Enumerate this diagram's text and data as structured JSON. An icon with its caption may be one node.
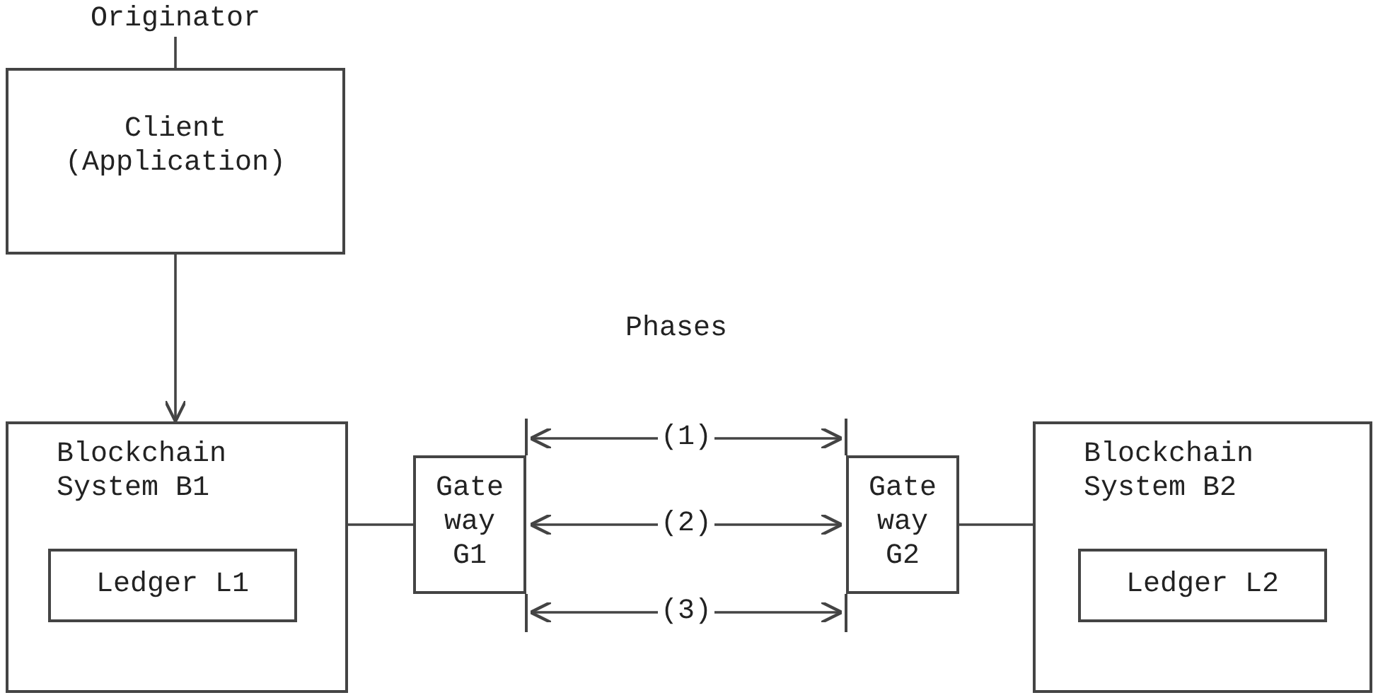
{
  "diagram": {
    "nodes": [
      {
        "text": [
          "Originator"
        ]
      },
      {
        "text": [
          "Client (Application)"
        ]
      },
      {
        "text": [
          "Blockchain System B1"
        ]
      },
      {
        "text": [
          "Ledger L1"
        ],
        "in": 2
      },
      {
        "text": [
          "Gate way G1"
        ]
      },
      {
        "text": [
          "Gate way G2"
        ]
      },
      {
        "text": [
          "Blockchain System B2"
        ]
      },
      {
        "text": [
          "Ledger L2"
        ],
        "in": 6
      }
    ],
    "edges": [
      {
        "from": 0,
        "to": 1,
        "arrow": "none"
      },
      {
        "from": 1,
        "to": 2,
        "arrow": "to"
      },
      {
        "from": 2,
        "to": 4,
        "arrow": "none"
      },
      {
        "from": 4,
        "to": 5,
        "arrow": "both",
        "label": "(1)"
      },
      {
        "from": 4,
        "to": 5,
        "arrow": "both",
        "label": "(2)"
      },
      {
        "from": 4,
        "to": 5,
        "arrow": "both",
        "label": "(3)"
      },
      {
        "from": 5,
        "to": 6,
        "arrow": "none"
      }
    ],
    "labels": [
      "Phases"
    ]
  }
}
